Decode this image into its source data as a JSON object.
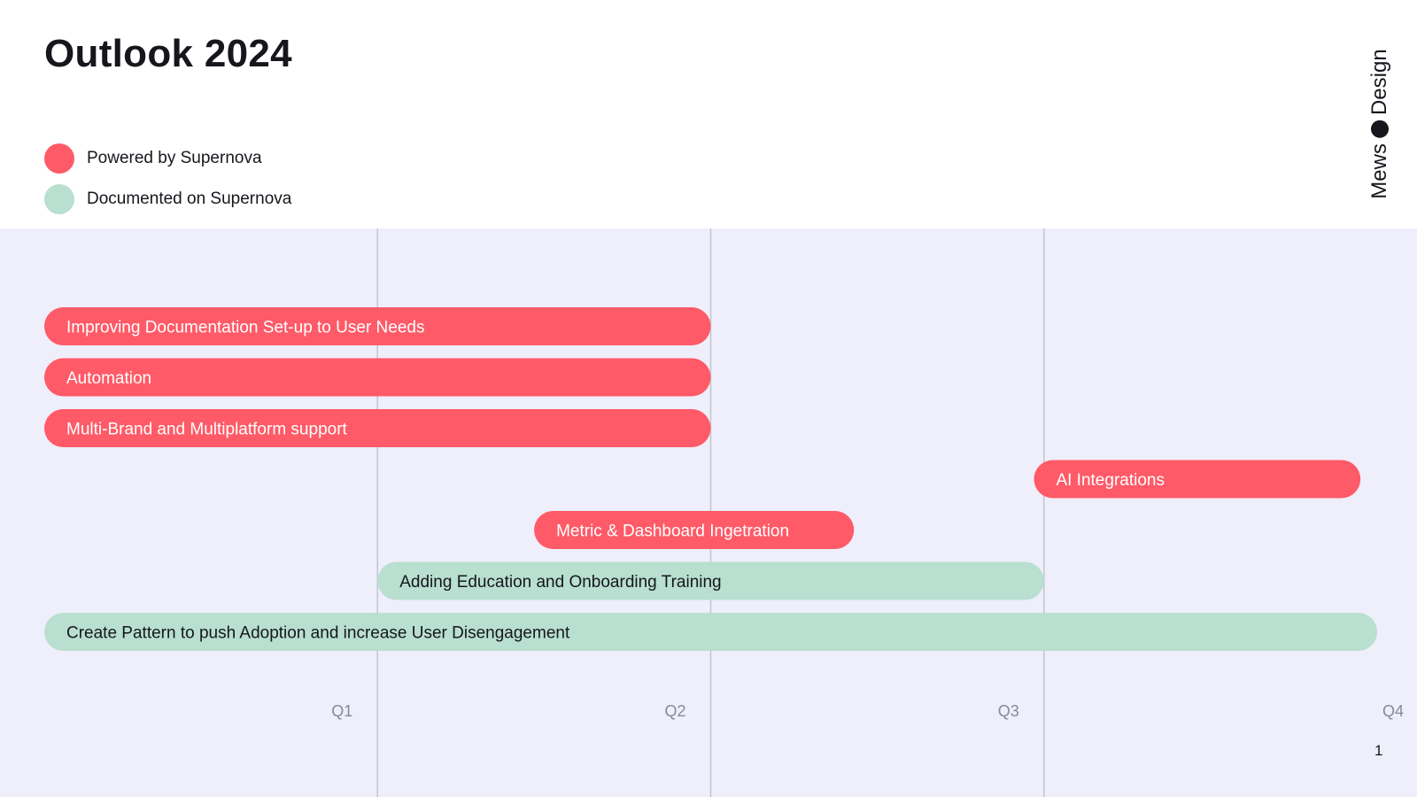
{
  "title": "Outlook 2024",
  "brand": {
    "left": "Mews",
    "right": "Design"
  },
  "legend": [
    {
      "label": "Powered by Supernova",
      "color": "#ff5a67"
    },
    {
      "label": "Documented on Supernova",
      "color": "#b8dfd0"
    }
  ],
  "page_number": "1",
  "chart_data": {
    "type": "gantt",
    "title": "Outlook 2024",
    "x_ticks": [
      "Q1",
      "Q2",
      "Q3",
      "Q4"
    ],
    "x_range": [
      0,
      4
    ],
    "gridlines": true,
    "series": [
      {
        "name": "Powered by Supernova",
        "color": "#ff5a67",
        "text_color": "#ffffff"
      },
      {
        "name": "Documented on Supernova",
        "color": "#b8dfd0",
        "text_color": "#16161d"
      }
    ],
    "tasks": [
      {
        "label": "Improving Documentation Set-up  to User Needs",
        "series": 0,
        "start": 0,
        "end": 2
      },
      {
        "label": "Automation",
        "series": 0,
        "start": 0,
        "end": 2
      },
      {
        "label": "Multi-Brand and Multiplatform support",
        "series": 0,
        "start": 0,
        "end": 2
      },
      {
        "label": "AI Integrations",
        "series": 0,
        "start": 2.97,
        "end": 3.95
      },
      {
        "label": "Metric & Dashboard Ingetration",
        "series": 0,
        "start": 1.47,
        "end": 2.43
      },
      {
        "label": "Adding Education and Onboarding Training",
        "series": 1,
        "start": 1,
        "end": 3
      },
      {
        "label": "Create Pattern to push Adoption and  increase User Disengagement",
        "series": 1,
        "start": 0,
        "end": 4
      }
    ]
  }
}
